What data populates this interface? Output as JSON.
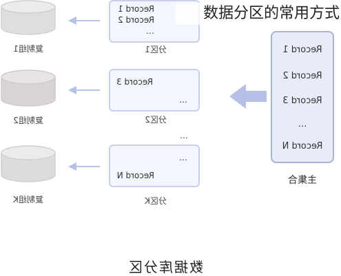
{
  "title": "数据分区的常用方式",
  "master": {
    "records": [
      "Record 1",
      "Record 2",
      "Record 3",
      "…",
      "Record N"
    ],
    "label": "主集合"
  },
  "partitions": [
    {
      "lines": [
        "Record 1",
        "Record 2",
        "…"
      ],
      "label": "分区1"
    },
    {
      "lines": [
        "Record 3",
        "…"
      ],
      "label": "分区2"
    },
    {
      "lines": [
        "…",
        "Record N"
      ],
      "label": "分区K"
    }
  ],
  "between_partitions": "…",
  "replicas": [
    "复制组1",
    "复制组2",
    "复制组K"
  ],
  "bottom_label": "数据库分区",
  "colors": {
    "master_fill": "#e8ecf8",
    "master_stroke": "#a9b3d6",
    "arrow": "#b7c1e8",
    "cylinder_fill": "#dcdcdc"
  }
}
